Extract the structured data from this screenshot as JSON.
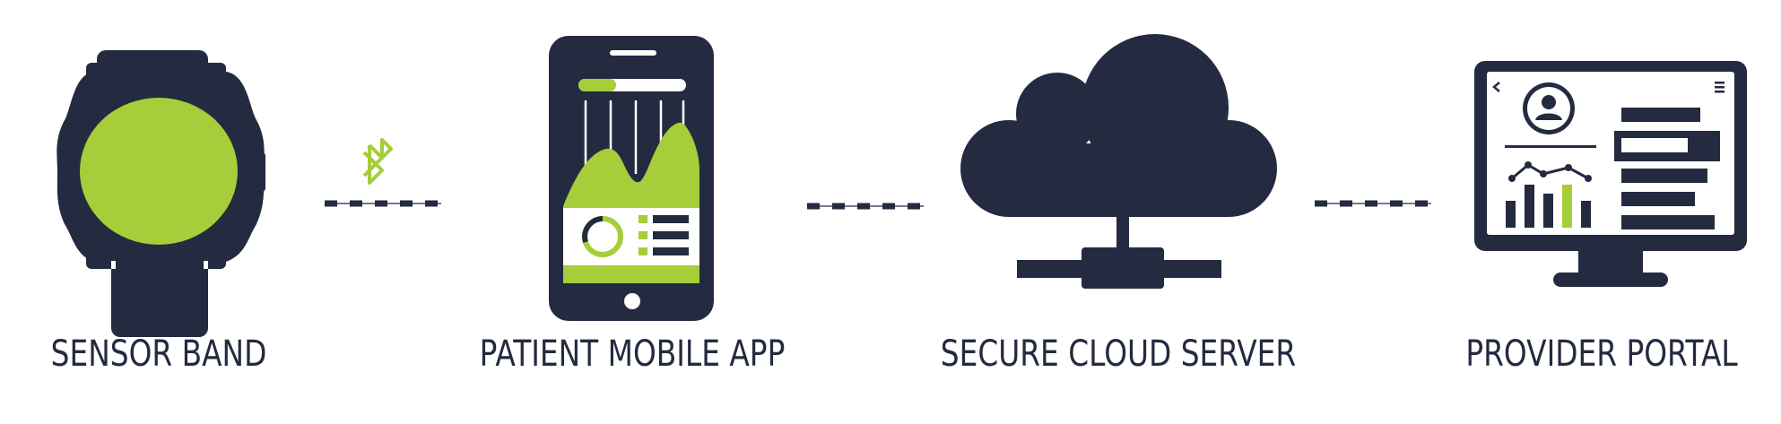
{
  "colors": {
    "navy": "#242a40",
    "green": "#a6cd3a",
    "white": "#ffffff"
  },
  "nodes": [
    {
      "id": "sensor-band",
      "label": "SENSOR BAND",
      "icon": "smartwatch-icon"
    },
    {
      "id": "patient-mobile-app",
      "label": "PATIENT MOBILE APP",
      "icon": "smartphone-icon"
    },
    {
      "id": "secure-cloud-server",
      "label": "SECURE CLOUD SERVER",
      "icon": "cloud-server-icon"
    },
    {
      "id": "provider-portal",
      "label": "PROVIDER PORTAL",
      "icon": "monitor-dashboard-icon"
    }
  ],
  "connectors": [
    {
      "from": "sensor-band",
      "to": "patient-mobile-app",
      "style": "dashed",
      "icon": "bluetooth-icon"
    },
    {
      "from": "patient-mobile-app",
      "to": "secure-cloud-server",
      "style": "dashed"
    },
    {
      "from": "secure-cloud-server",
      "to": "provider-portal",
      "style": "dashed"
    }
  ]
}
